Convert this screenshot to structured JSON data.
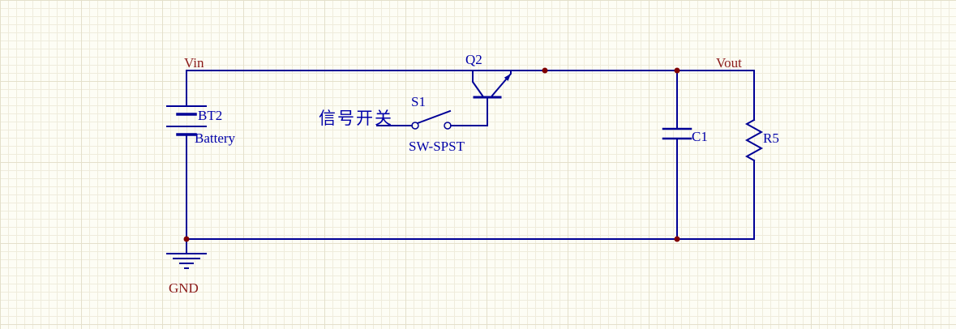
{
  "schematic": {
    "net_labels": {
      "vin": "Vin",
      "vout": "Vout",
      "gnd": "GND"
    },
    "components": {
      "battery": {
        "designator": "BT2",
        "comment": "Battery"
      },
      "switch": {
        "designator": "S1",
        "comment": "SW-SPST",
        "annotation": "信号开关"
      },
      "transistor": {
        "designator": "Q2"
      },
      "capacitor": {
        "designator": "C1"
      },
      "resistor": {
        "designator": "R5"
      }
    },
    "colors": {
      "wire": "#000096",
      "component_text": "#0000A8",
      "net_label_text": "#8B1A1A",
      "junction": "#800000",
      "background": "#FDFDF5",
      "grid_line": "#EFECDC"
    }
  }
}
